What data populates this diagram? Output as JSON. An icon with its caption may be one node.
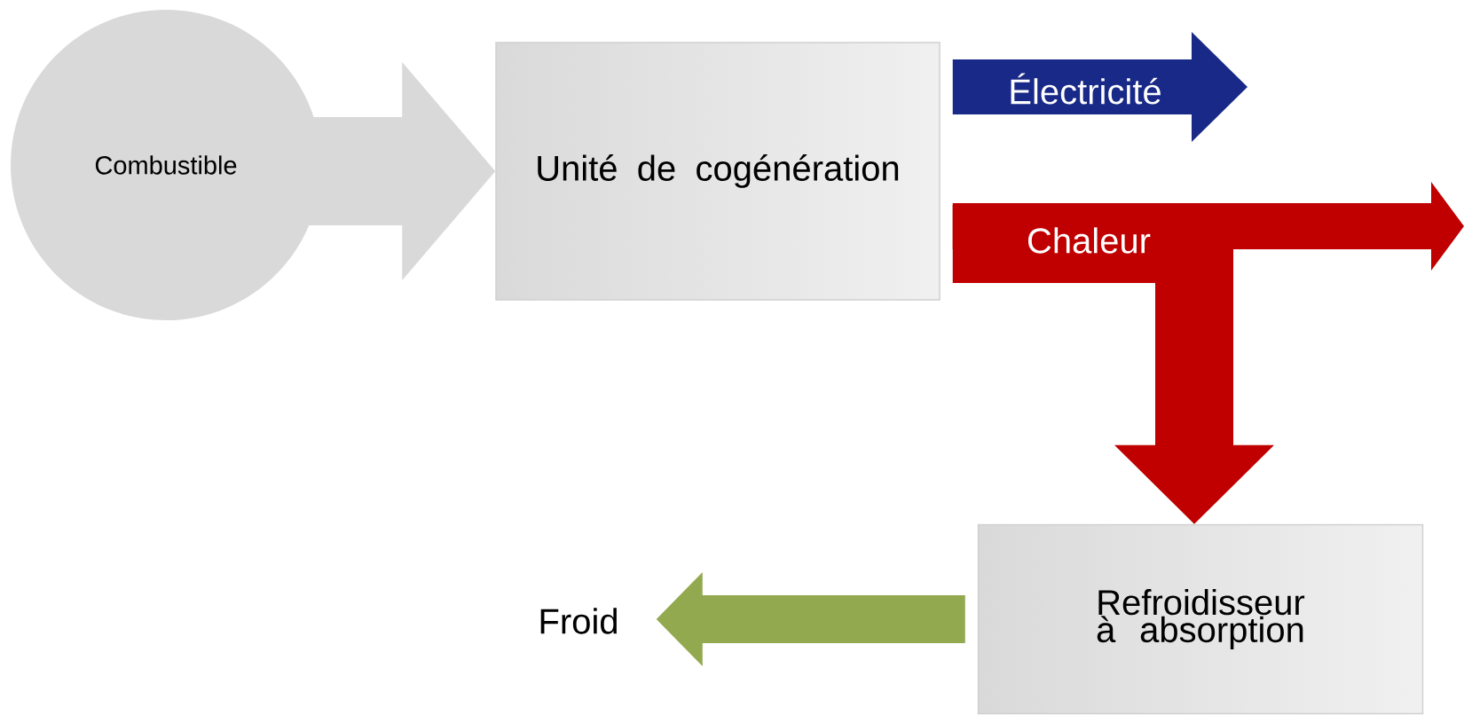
{
  "diagram": {
    "nodes": [
      {
        "text": [
          "Combustible"
        ]
      },
      {
        "text": [
          "Unité de cogénération"
        ]
      },
      {
        "text": [
          "Refroidisseur à absorption"
        ]
      },
      {
        "text": [
          "Froid"
        ]
      }
    ],
    "edges": [
      {
        "from": 0,
        "to": 1,
        "arrow": "to",
        "style": "thick",
        "color": "#d9d9d9"
      },
      {
        "from": 1,
        "to": null,
        "arrow": "to",
        "style": "thick",
        "label": "Électricité",
        "color": "#192987"
      },
      {
        "from": 1,
        "to": null,
        "arrow": "to",
        "style": "thick",
        "label": "Chaleur",
        "color": "#c00000"
      },
      {
        "from": 1,
        "to": 2,
        "arrow": "to",
        "style": "thick",
        "color": "#c00000"
      },
      {
        "from": 2,
        "to": 3,
        "arrow": "to",
        "style": "thick",
        "color": "#93a94f"
      }
    ]
  }
}
